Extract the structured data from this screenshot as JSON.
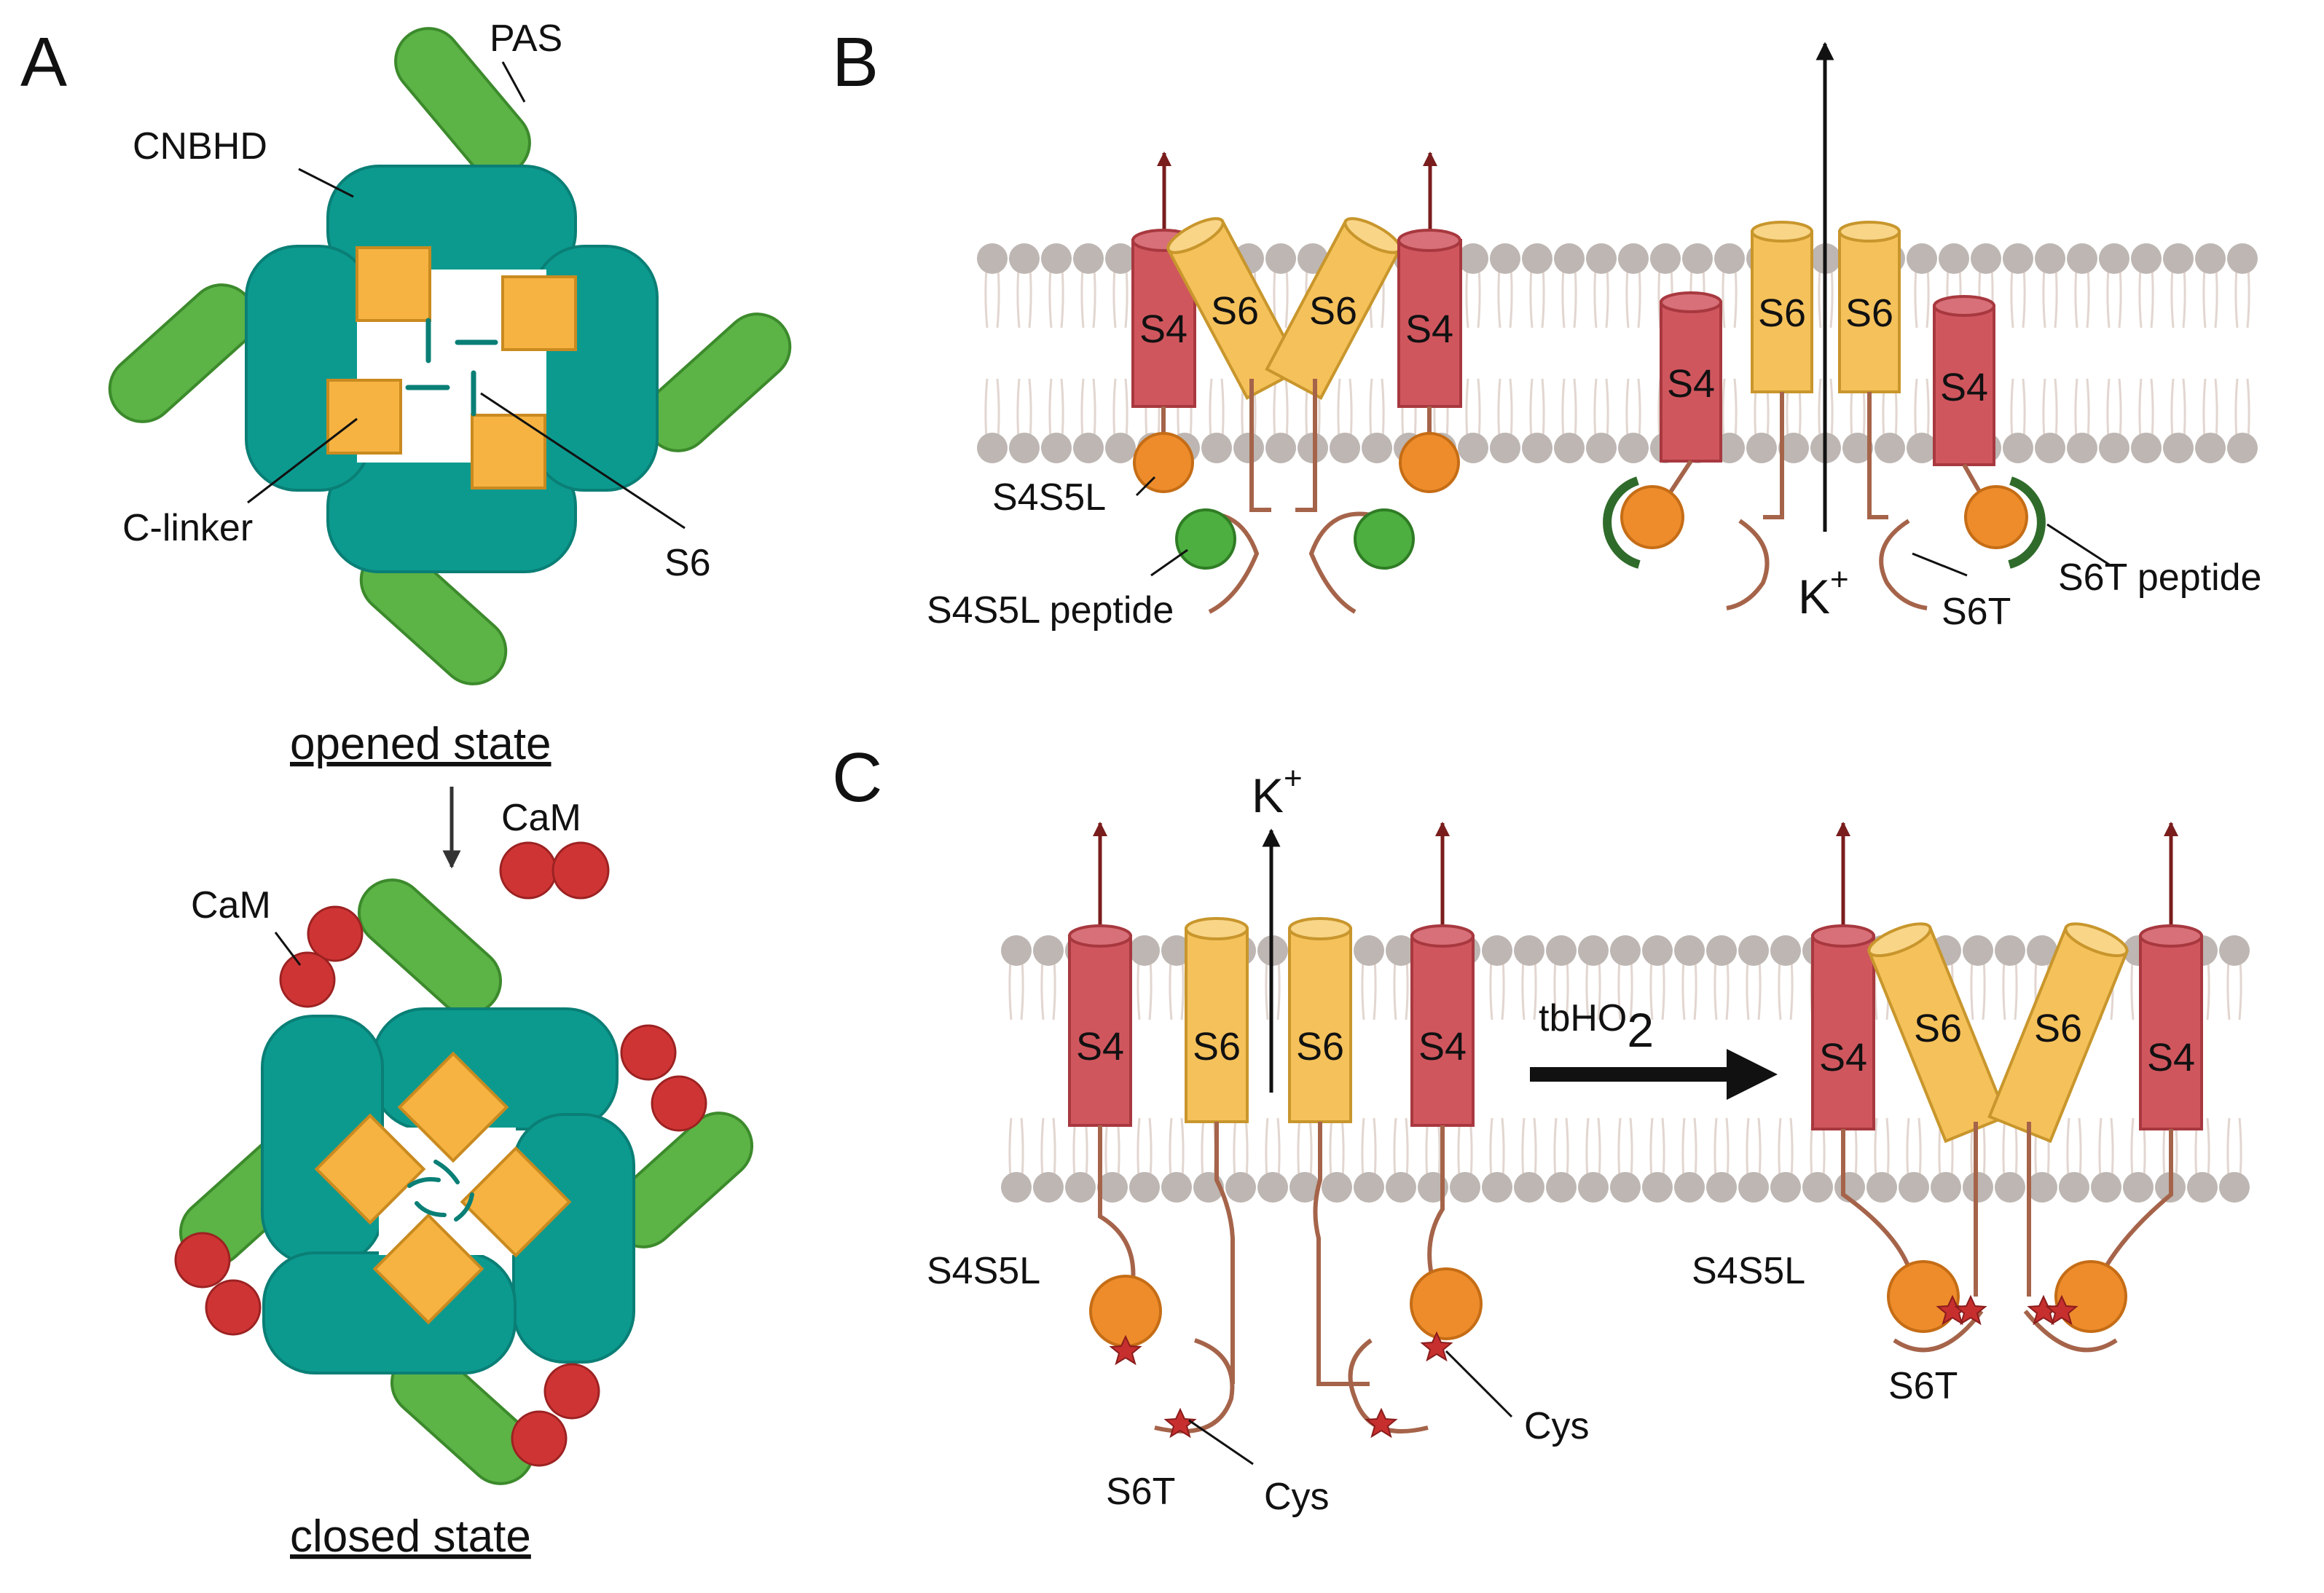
{
  "colors": {
    "teal": "#0c9a8f",
    "teal_dark": "#0a7f76",
    "green": "#5cb346",
    "green_dark": "#3c8a2c",
    "orange_box": "#f6b341",
    "orange_box_edge": "#c98a1f",
    "red_helix": "#d0565e",
    "red_helix_dark": "#a8383f",
    "yellow_helix": "#f5c15a",
    "yellow_helix_dark": "#c8962c",
    "orange_ball": "#ee8c2b",
    "brown_linker": "#a5644a",
    "cam_red": "#cf3434",
    "membrane_head": "#bdb6b2",
    "membrane_tail": "#e2d6d0",
    "arrow_maroon": "#7a1d1d",
    "peptide_green": "#4caf3f",
    "dark_green_arc": "#2f6b2a"
  },
  "panels": {
    "a": {
      "letter": "A",
      "pas": "PAS",
      "cnbhd": "CNBHD",
      "c_linker": "C-linker",
      "s6": "S6",
      "opened_state": "opened state",
      "cam_free": "CaM",
      "cam_bound": "CaM",
      "closed_state": "closed state"
    },
    "b": {
      "letter": "B",
      "s4": "S4",
      "s6": "S6",
      "s4s5l": "S4S5L",
      "s4s5l_peptide": "S4S5L peptide",
      "k_plus": "K",
      "k_sup": "+",
      "s6t": "S6T",
      "s6t_peptide": "S6T peptide"
    },
    "c": {
      "letter": "C",
      "k_plus": "K",
      "k_sup": "+",
      "s4": "S4",
      "s6": "S6",
      "reagent": "tbHO",
      "reagent_sub": "2",
      "s4s5l_left": "S4S5L",
      "s4s5l_right": "S4S5L",
      "cys_left": "Cys",
      "cys_right": "Cys",
      "s6t_left": "S6T",
      "s6t_right": "S6T"
    }
  }
}
